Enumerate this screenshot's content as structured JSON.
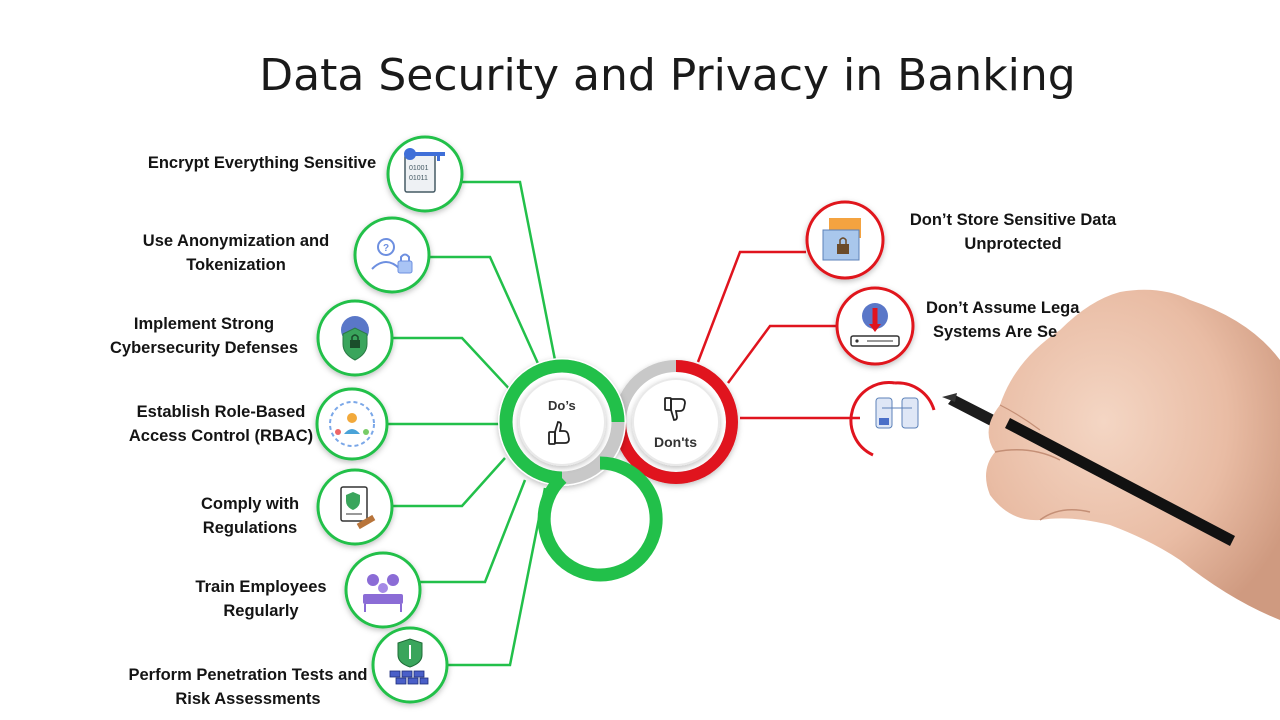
{
  "title": "Data Security and Privacy in Banking",
  "hub": {
    "dos_label": "Do’s",
    "donts_label": "Don'ts"
  },
  "dos": [
    {
      "line1": "Encrypt Everything Sensitive",
      "line2": "",
      "icon": "encryption-key-document-icon"
    },
    {
      "line1": "Use Anonymization and",
      "line2": "Tokenization",
      "icon": "anonymous-user-lock-icon"
    },
    {
      "line1": "Implement Strong",
      "line2": "Cybersecurity Defenses",
      "icon": "gear-shield-lock-icon"
    },
    {
      "line1": "Establish Role-Based",
      "line2": "Access Control (RBAC)",
      "icon": "role-access-control-icon"
    },
    {
      "line1": "Comply with",
      "line2": "Regulations",
      "icon": "compliance-document-gavel-icon"
    },
    {
      "line1": "Train Employees",
      "line2": "Regularly",
      "icon": "team-training-icon"
    },
    {
      "line1": "Perform Penetration Tests and",
      "line2": "Risk Assessments",
      "icon": "shield-firewall-icon"
    }
  ],
  "donts": [
    {
      "line1": "Don’t Store Sensitive Data",
      "line2": "Unprotected",
      "icon": "unprotected-folder-icon"
    },
    {
      "line1": "Don’t Assume Lega",
      "line2": "Systems Are Se",
      "icon": "legacy-server-gear-icon"
    },
    {
      "line1": "",
      "line2": "",
      "icon": "data-transfer-devices-icon"
    }
  ],
  "colors": {
    "do_green": "#22c04a",
    "dont_red": "#e0141e",
    "ring_gray": "#c8c8c8"
  }
}
